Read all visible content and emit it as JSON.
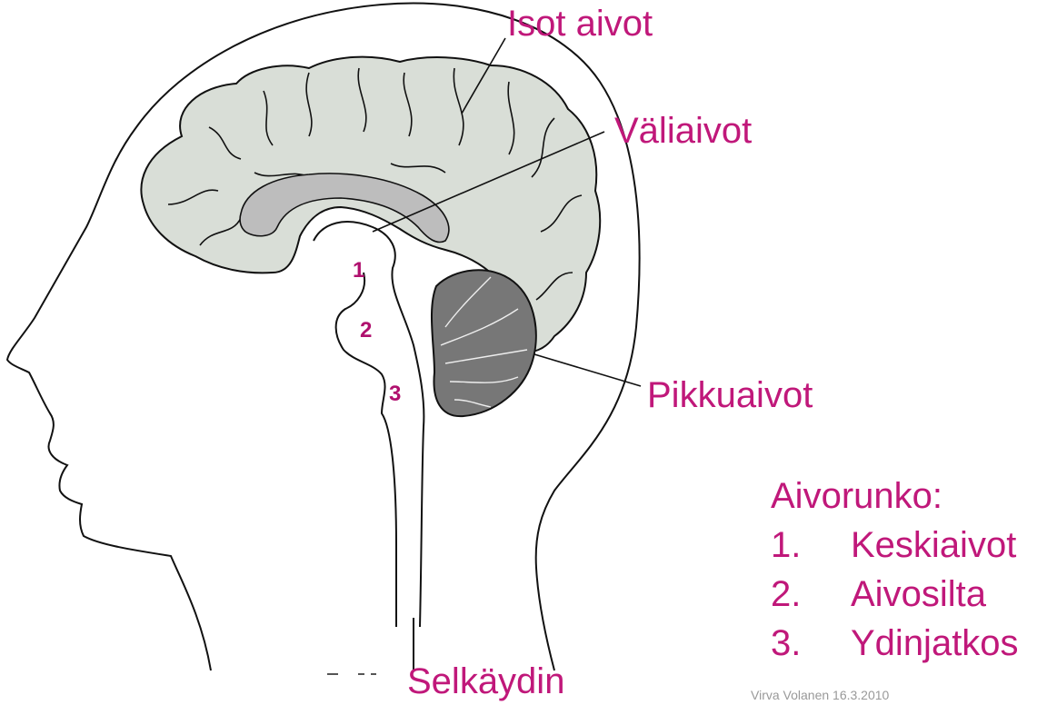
{
  "labels": {
    "cerebrum": "Isot aivot",
    "diencephalon": "Väliaivot",
    "cerebellum": "Pikkuaivot",
    "spinal_cord": "Selkäydin"
  },
  "markers": [
    "1",
    "2",
    "3"
  ],
  "legend": {
    "title": "Aivorunko:",
    "items": [
      {
        "number": "1.",
        "text": "Keskiaivot"
      },
      {
        "number": "2.",
        "text": "Aivosilta"
      },
      {
        "number": "3.",
        "text": "Ydinjatkos"
      }
    ]
  },
  "credit": "Virva Volanen 16.3.2010",
  "colors": {
    "label_text": "#c0187a",
    "cerebrum_fill": "#d9ded7",
    "corpus_callosum_fill": "#bdbdbd",
    "cerebellum_fill": "#777777",
    "outline": "#111111"
  }
}
